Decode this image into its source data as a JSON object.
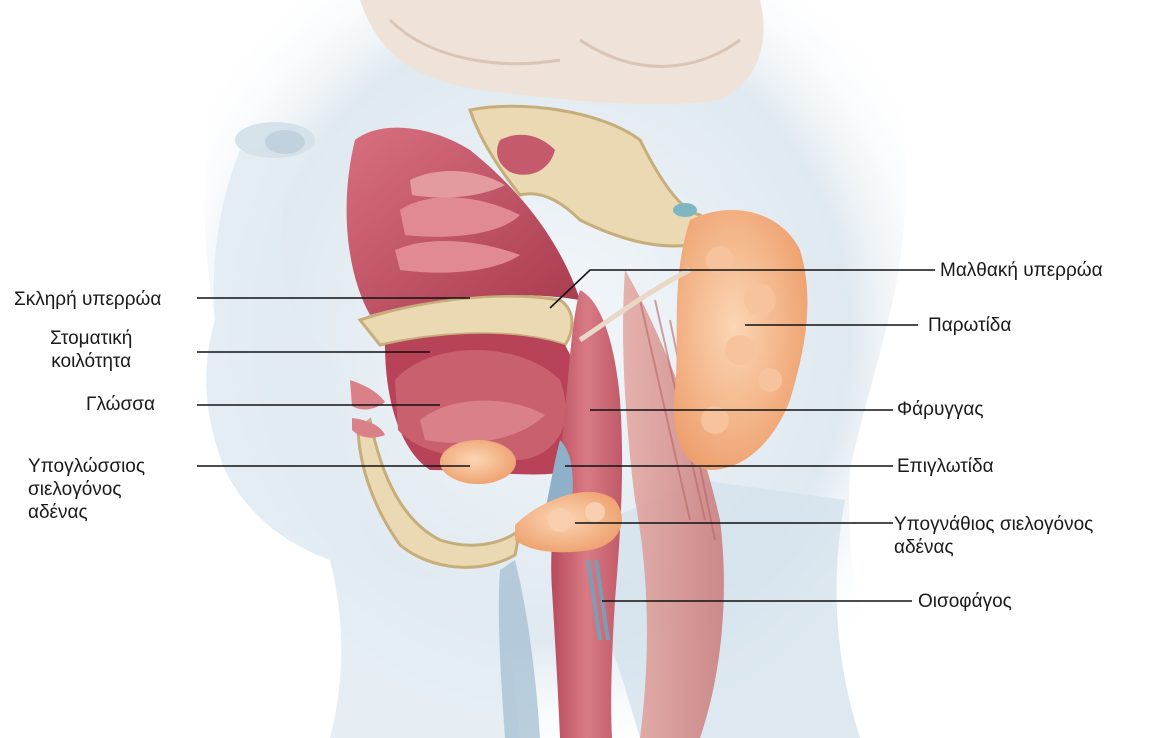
{
  "labels": {
    "hard_palate": [
      "Σκληρή υπερρώα"
    ],
    "oral_cavity": [
      "Στοματική",
      "κοιλότητα"
    ],
    "tongue": [
      "Γλώσσα"
    ],
    "sublingual_gland": [
      "Υπογλώσσιος",
      "σιελογόνος",
      "αδένας"
    ],
    "soft_palate": [
      "Μαλθακή υπερρώα"
    ],
    "parotid": [
      "Παρωτίδα"
    ],
    "pharynx": [
      "Φάρυγγας"
    ],
    "epiglottis": [
      "Επιγλωτίδα"
    ],
    "submandibular_gland": [
      "Υπογνάθιος σιελογόνος",
      "αδένας"
    ],
    "esophagus": [
      "Οισοφάγος"
    ]
  },
  "colors": {
    "skin": "#e6eef4",
    "skin_shadow": "#c9d8e3",
    "mucosa": "#c4566a",
    "mucosa_dark": "#9c3447",
    "bone": "#e8d8b4",
    "bone_edge": "#c6ad7a",
    "gland": "#f2a978",
    "gland_light": "#f8c9a3",
    "muscle": "#d58a86",
    "brain": "#f1e4dc",
    "leader_line": "#111111"
  }
}
